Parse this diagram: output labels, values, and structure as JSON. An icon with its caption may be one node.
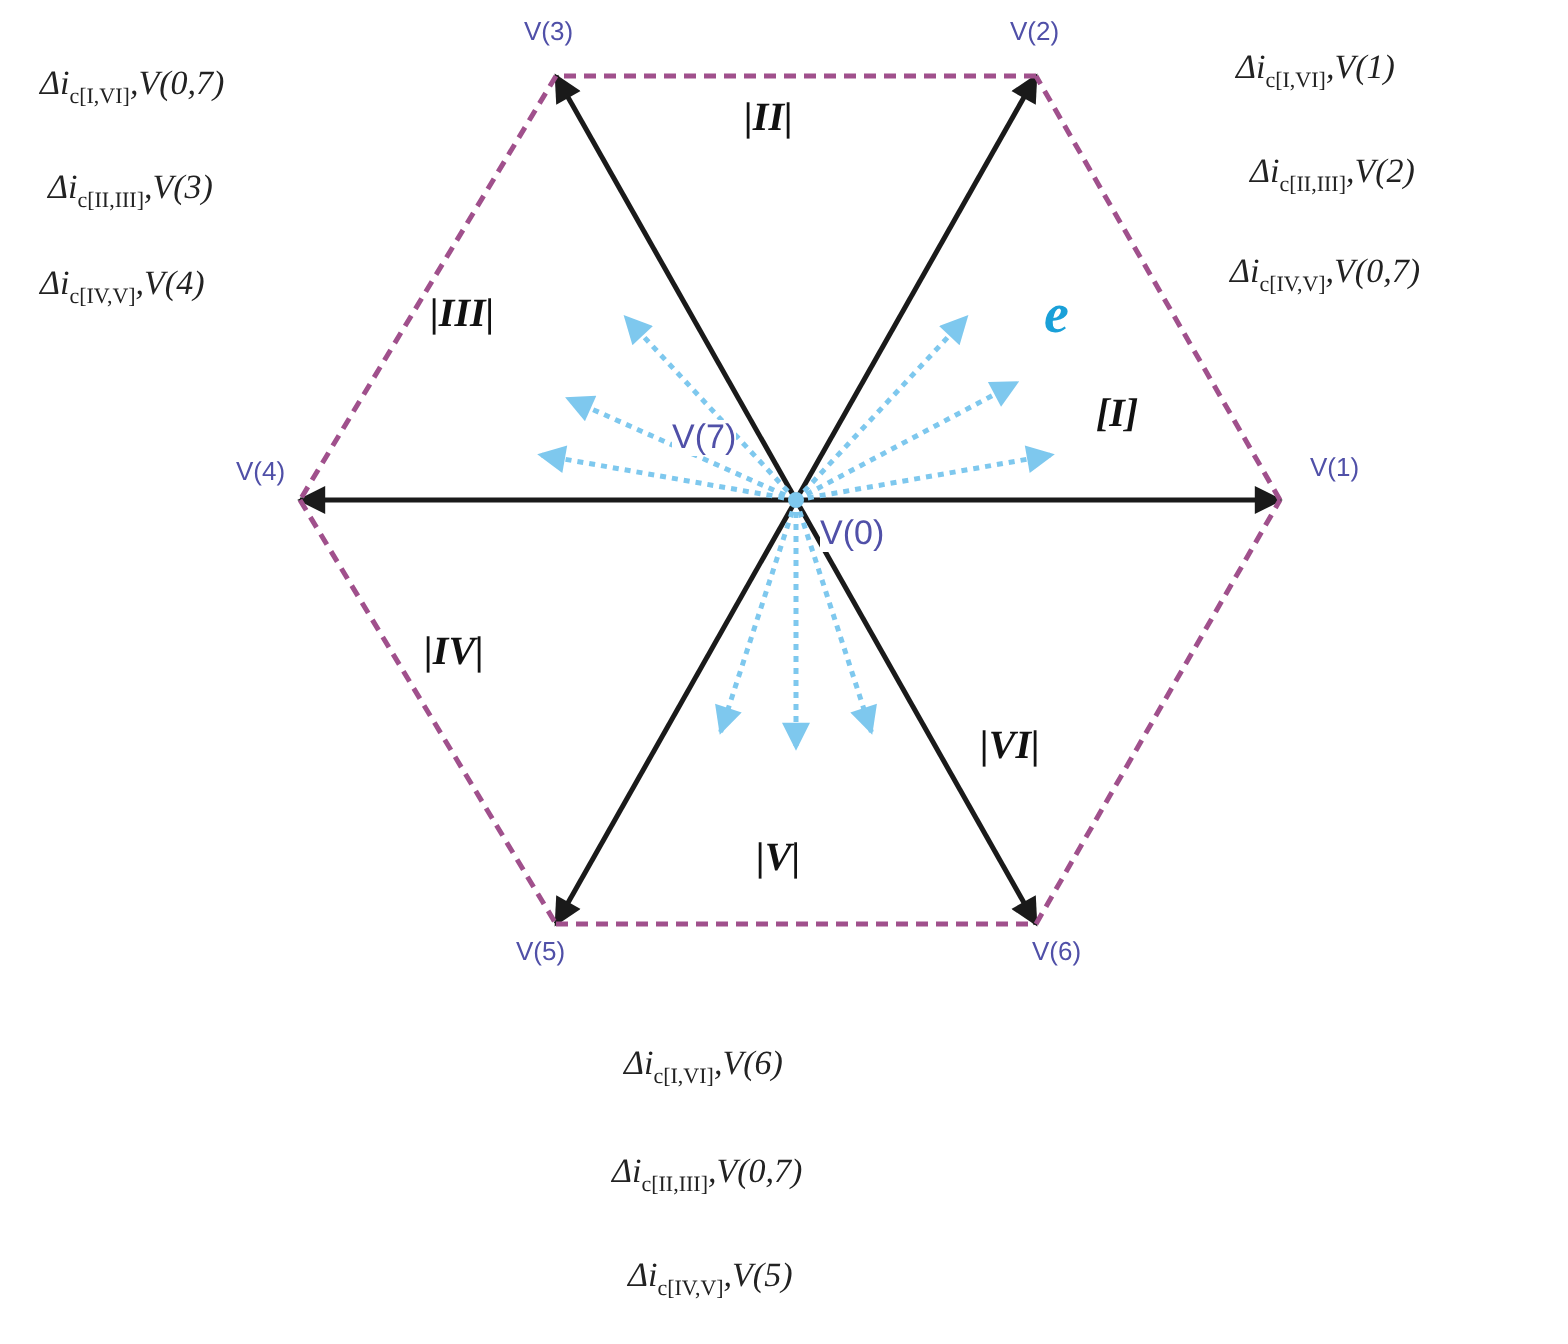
{
  "diagram": {
    "nodes": [
      {
        "text": [],
        "shape": "circle",
        "beside": [
          "V(7)",
          "V(0)"
        ]
      },
      {
        "text": [
          "V(3)"
        ]
      },
      {
        "text": [
          "V(2)"
        ]
      },
      {
        "text": [
          "V(4)"
        ]
      },
      {
        "text": [
          "V(1)"
        ]
      },
      {
        "text": [
          "V(5)"
        ]
      },
      {
        "text": [
          "V(6)"
        ]
      }
    ],
    "edges": [
      {
        "from": 0,
        "to": 4,
        "arrow": "to",
        "color": "#1a1a1a"
      },
      {
        "from": 0,
        "to": 2,
        "arrow": "to",
        "color": "#1a1a1a"
      },
      {
        "from": 0,
        "to": 1,
        "arrow": "to",
        "color": "#1a1a1a"
      },
      {
        "from": 0,
        "to": 3,
        "arrow": "to",
        "color": "#1a1a1a"
      },
      {
        "from": 0,
        "to": 5,
        "arrow": "to",
        "color": "#1a1a1a"
      },
      {
        "from": 0,
        "to": 6,
        "arrow": "to",
        "color": "#1a1a1a"
      },
      {
        "from": 4,
        "to": 2,
        "arrow": "none",
        "style": "dashed",
        "color": "#a0508c"
      },
      {
        "from": 2,
        "to": 1,
        "arrow": "none",
        "style": "dashed",
        "color": "#a0508c"
      },
      {
        "from": 1,
        "to": 3,
        "arrow": "none",
        "style": "dashed",
        "color": "#a0508c"
      },
      {
        "from": 3,
        "to": 5,
        "arrow": "none",
        "style": "dashed",
        "color": "#a0508c"
      },
      {
        "from": 5,
        "to": 6,
        "arrow": "none",
        "style": "dashed",
        "color": "#a0508c"
      },
      {
        "from": 6,
        "to": 4,
        "arrow": "none",
        "style": "dashed",
        "color": "#a0508c"
      },
      {
        "from": 0,
        "to": null,
        "arrow": "to",
        "style": "dashed",
        "color": "#7ec8ee"
      },
      {
        "from": 0,
        "to": null,
        "arrow": "to",
        "style": "dashed",
        "color": "#7ec8ee"
      },
      {
        "from": 0,
        "to": null,
        "arrow": "to",
        "style": "dashed",
        "color": "#7ec8ee"
      },
      {
        "from": 0,
        "to": null,
        "arrow": "to",
        "style": "dashed",
        "color": "#7ec8ee"
      },
      {
        "from": 0,
        "to": null,
        "arrow": "to",
        "style": "dashed",
        "color": "#7ec8ee"
      },
      {
        "from": 0,
        "to": null,
        "arrow": "to",
        "style": "dashed",
        "color": "#7ec8ee"
      },
      {
        "from": 0,
        "to": null,
        "arrow": "to",
        "style": "dashed",
        "color": "#7ec8ee"
      },
      {
        "from": 0,
        "to": null,
        "arrow": "to",
        "style": "dashed",
        "color": "#7ec8ee"
      },
      {
        "from": 0,
        "to": null,
        "arrow": "to",
        "style": "dashed",
        "color": "#7ec8ee"
      }
    ],
    "labels": [
      "Δi$_{c[I,VI]}$,V(0,7)",
      "Δi$_{c[II,III]}$,V(3)",
      "Δi$_{c[IV,V]}$,V(4)",
      "Δi$_{c[I,VI]}$,V(1)",
      "Δi$_{c[II,III]}$,V(2)",
      "Δi$_{c[IV,V]}$,V(0,7)",
      "|II|",
      "|III|",
      "e",
      "[I]",
      "|IV|",
      "|VI|",
      "|V|",
      "Δi$_{c[I,VI]}$,V(6)",
      "Δi$_{c[II,III]}$,V(0,7)",
      "Δi$_{c[IV,V]}$,V(5)"
    ]
  }
}
